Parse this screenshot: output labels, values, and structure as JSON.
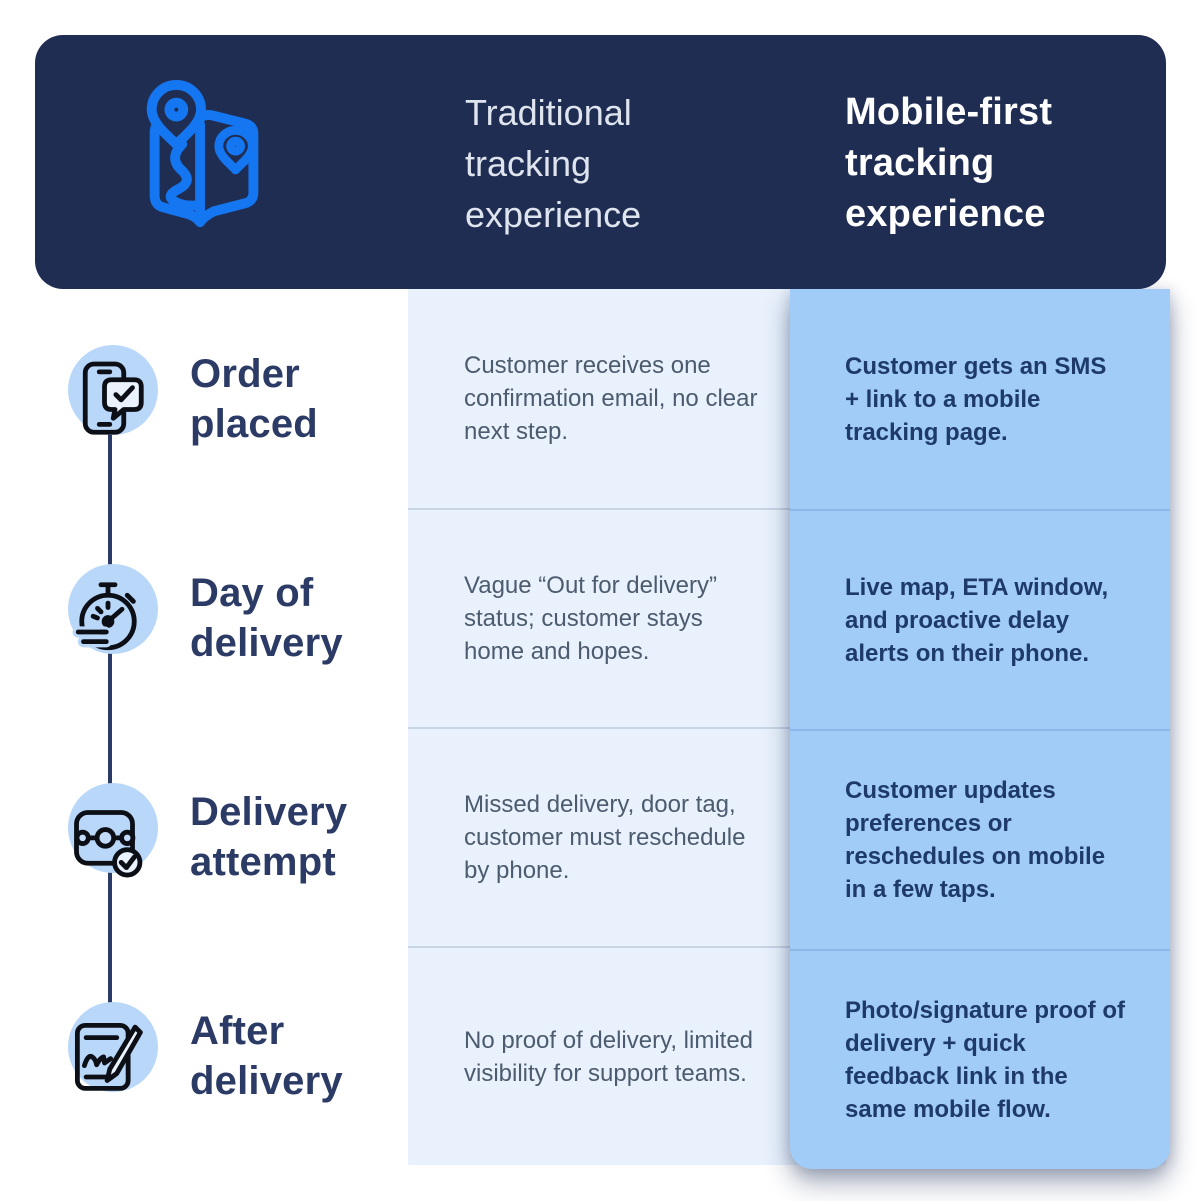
{
  "header": {
    "traditional_title": "Traditional tracking experience",
    "mobile_title": "Mobile-first tracking experience",
    "logo_icon": "map-route-icon"
  },
  "rows": [
    {
      "stage": "Order placed",
      "icon": "phone-confirmation-icon",
      "traditional": "Customer receives one confirmation email, no clear next step.",
      "mobile": "Customer gets an SMS + link to a mobile tracking page."
    },
    {
      "stage": "Day of delivery",
      "icon": "stopwatch-icon",
      "traditional": "Vague “Out for delivery” status; customer stays home and hopes.",
      "mobile": "Live map, ETA window, and proactive delay alerts on their phone."
    },
    {
      "stage": "Delivery attempt",
      "icon": "route-check-icon",
      "traditional": "Missed delivery, door tag, customer must reschedule by phone.",
      "mobile": "Customer updates preferences or reschedules on mobile in a few taps."
    },
    {
      "stage": "After delivery",
      "icon": "signature-pen-icon",
      "traditional": "No proof of delivery, limited visibility for support teams.",
      "mobile": "Photo/signature proof of delivery + quick feedback link in the same mobile flow."
    }
  ],
  "colors": {
    "header_bg": "#202d52",
    "accent_blue": "#1476f0",
    "band_bg": "#e8f1fc",
    "card_bg": "#a2ccf8",
    "icon_circle": "#b9d7f9",
    "stage_text": "#2b3b66",
    "traditional_text": "#4c5b6e",
    "mobile_text": "#1d3a6b"
  }
}
